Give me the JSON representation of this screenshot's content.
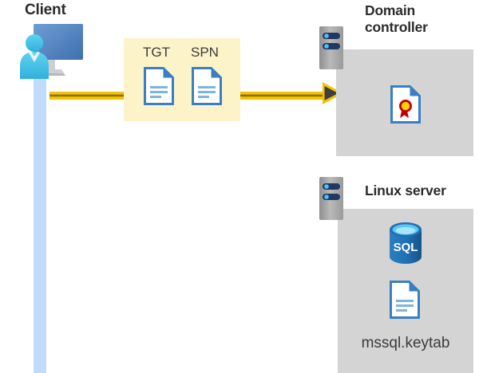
{
  "diagram": {
    "title_client": "Client",
    "title_domain_controller": "Domain\ncontroller",
    "title_linux_server": "Linux server",
    "packet": {
      "tgt_label": "TGT",
      "spn_label": "SPN"
    },
    "linux": {
      "keytab_filename": "mssql.keytab",
      "database_label": "SQL"
    },
    "icons": {
      "client": "user-workstation-icon",
      "tgt_document": "document-icon",
      "spn_document": "document-icon",
      "certificate": "certificate-icon",
      "database": "sql-database-icon",
      "keytab_document": "document-icon",
      "server_rack": "server-rack-icon",
      "flow_arrow": "arrow-right-icon"
    },
    "colors": {
      "packet_box": "#fdf3c8",
      "panel_gray": "#d4d4d4",
      "lifeline_blue": "#c3dbfb",
      "flow_yellow": "#f5c400",
      "arrow_dark": "#3f3f3f",
      "document_blue": "#3a7fc1",
      "monitor_blue": "#4a7ebb",
      "person_cyan": "#3fc0e8",
      "rack_gray": "#a6a6a6",
      "rack_pill_navy": "#1f3864",
      "cert_seal_red": "#c00000",
      "cert_seal_yellow": "#ffd200",
      "sql_blue": "#1f6fb5",
      "title_text": "#2b2b2b"
    }
  }
}
